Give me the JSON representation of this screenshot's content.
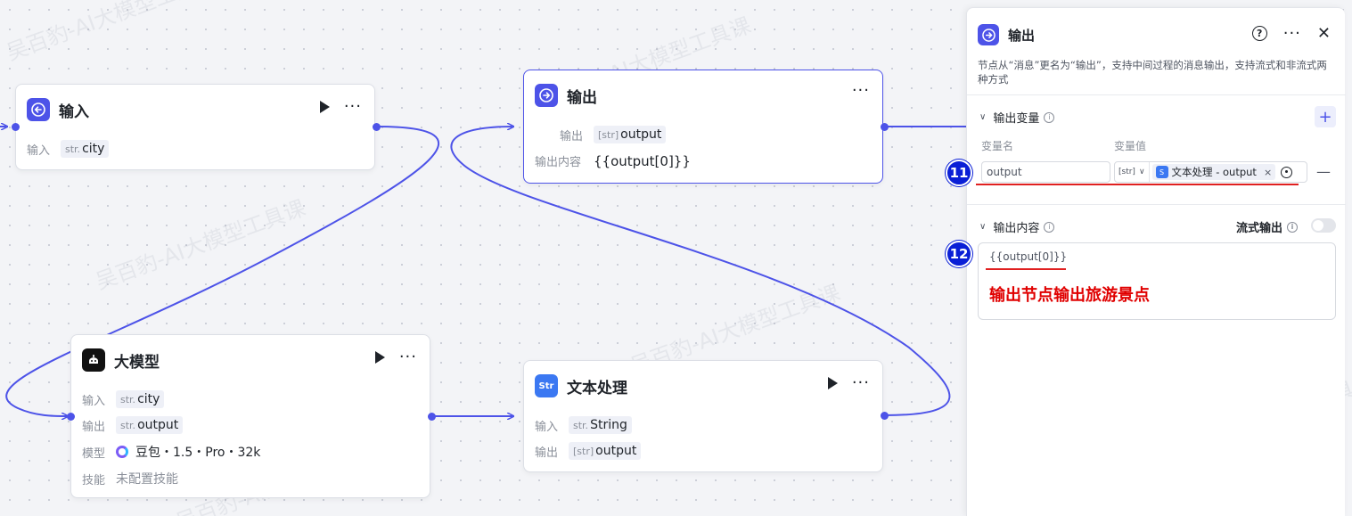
{
  "nodes": {
    "input": {
      "title": "输入",
      "rows": [
        {
          "label": "输入",
          "type": "str.",
          "value": "city"
        }
      ]
    },
    "output": {
      "title": "输出",
      "rows": [
        {
          "label": "输出",
          "type": "[str]",
          "value": "output"
        },
        {
          "label": "输出内容",
          "value": "{{output[0]}}"
        }
      ]
    },
    "llm": {
      "title": "大模型",
      "rows": [
        {
          "label": "输入",
          "type": "str.",
          "value": "city"
        },
        {
          "label": "输出",
          "type": "str.",
          "value": "output"
        },
        {
          "label": "模型",
          "value": "豆包・1.5・Pro・32k"
        },
        {
          "label": "技能",
          "value": "未配置技能"
        }
      ]
    },
    "text": {
      "title": "文本处理",
      "rows": [
        {
          "label": "输入",
          "type": "str.",
          "value": "String"
        },
        {
          "label": "输出",
          "type": "[str]",
          "value": "output"
        }
      ]
    }
  },
  "panel": {
    "title": "输出",
    "description": "节点从“消息”更名为“输出”，支持中间过程的消息输出，支持流式和非流式两种方式",
    "output_vars": {
      "title": "输出变量",
      "col_name": "变量名",
      "col_value": "变量值",
      "var_name": "output",
      "value_type": "[str]",
      "value_ref": "文本处理 - output"
    },
    "output_content": {
      "title": "输出内容",
      "stream_label": "流式输出",
      "stream_enabled": false,
      "expression": "{{output[0]}}"
    }
  },
  "annotations": {
    "badge_11": "11",
    "badge_12": "12",
    "note": "输出节点输出旅游景点"
  },
  "watermark": "吴百豹-AI大模型工具课",
  "colors": {
    "accent": "#4d53e8",
    "edge": "#4d53e8",
    "badge": "#0a1fd6",
    "annotation": "#e00000",
    "text_node_icon": "#3b78f2"
  },
  "icons": {
    "input": "input-arrow-icon",
    "output": "output-arrow-icon",
    "llm": "model-bot-icon",
    "text": "text-process-icon",
    "model_logo": "doubao-logo-icon"
  }
}
